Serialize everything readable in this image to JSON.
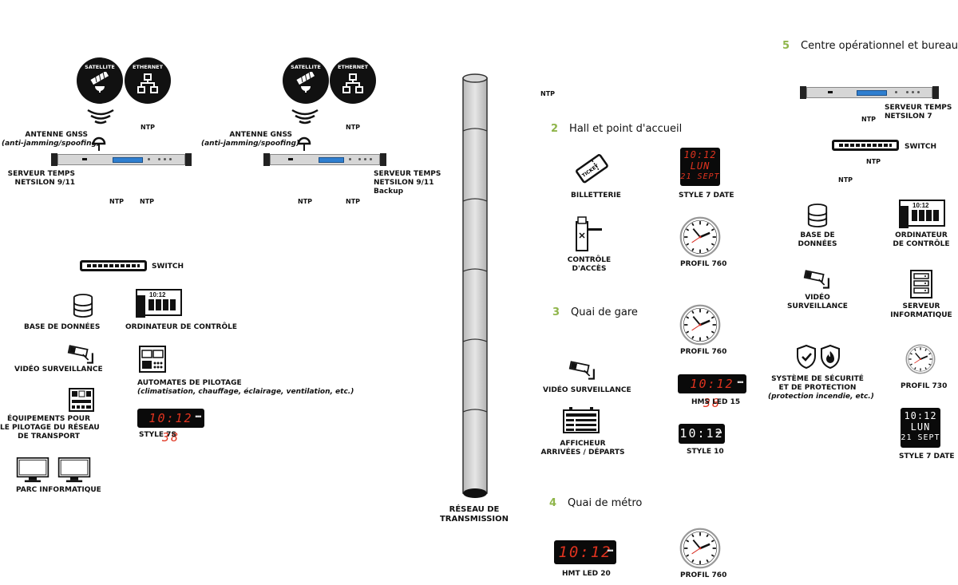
{
  "left": {
    "satellite": "SATELLITE",
    "ethernet": "ETHERNET",
    "antenna_title": "ANTENNE GNSS",
    "antenna_sub": "(anti-jamming/spoofing)",
    "server_l1": "SERVEUR TEMPS",
    "server_l2": "NETSILON 9/11",
    "ntp_top": "NTP",
    "ntp_a": "NTP",
    "ntp_b": "NTP",
    "switch": "SWITCH",
    "db": "BASE DE DONNÉES",
    "computer": "ORDINATEUR DE CONTRÔLE",
    "computer_time": "10:12",
    "video": "VIDÉO SURVEILLANCE",
    "automates_title": "AUTOMATES DE PILOTAGE",
    "automates_sub": "(climatisation, chauffage, éclairage, ventilation, etc.)",
    "equip_l1": "ÉQUIPEMENTS POUR",
    "equip_l2": "LE PILOTAGE DU RÉSEAU",
    "equip_l3": "DE TRANSPORT",
    "style7s_display": "10:12 38",
    "style7s": "STYLE 7S",
    "parc": "PARC INFORMATIQUE"
  },
  "backup": {
    "satellite": "SATELLITE",
    "ethernet": "ETHERNET",
    "antenna_title": "ANTENNE GNSS",
    "antenna_sub": "(anti-jamming/spoofing)",
    "ntp_top": "NTP",
    "server_l1": "SERVEUR TEMPS",
    "server_l2": "NETSILON 9/11",
    "server_l3": "Backup",
    "ntp_a": "NTP",
    "ntp_b": "NTP"
  },
  "network": {
    "label_l1": "RÉSEAU DE",
    "label_l2": "TRANSMISSION",
    "ntp": "NTP"
  },
  "hall": {
    "num": "2",
    "title": "Hall et point d'accueil",
    "billetterie": "BILLETTERIE",
    "ticket_text": "TICKET",
    "style7_l1": "10:12",
    "style7_l2": "LUN",
    "style7_l3": "21 SEPT",
    "style7": "STYLE 7 DATE",
    "controle_l1": "CONTRÔLE",
    "controle_l2": "D'ACCÈS",
    "profil760": "PROFIL 760"
  },
  "quai_gare": {
    "num": "3",
    "title": "Quai de gare",
    "profil760": "PROFIL 760",
    "video": "VIDÉO SURVEILLANCE",
    "hms_display": "10:12 38",
    "hms": "HMS LED 15",
    "afficheur_l1": "AFFICHEUR",
    "afficheur_l2": "ARRIVÉES / DÉPARTS",
    "style10_display": "10:12",
    "style10": "STYLE 10"
  },
  "quai_metro": {
    "num": "4",
    "title": "Quai de métro",
    "hmt_display": "10:12",
    "hmt": "HMT LED 20",
    "profil760": "PROFIL 760"
  },
  "centre": {
    "num": "5",
    "title": "Centre opérationnel et bureaux",
    "server_l1": "SERVEUR TEMPS",
    "server_l2": "NETSILON 7",
    "ntp_a": "NTP",
    "switch": "SWITCH",
    "ntp_b": "NTP",
    "ntp_c": "NTP",
    "db_l1": "BASE DE",
    "db_l2": "DONNÉES",
    "computer_time": "10:12",
    "computer_l1": "ORDINATEUR",
    "computer_l2": "DE CONTRÔLE",
    "video_l1": "VIDÉO",
    "video_l2": "SURVEILLANCE",
    "serveur_l1": "SERVEUR",
    "serveur_l2": "INFORMATIQUE",
    "secu_l1": "SYSTÈME DE SÉCURITÉ",
    "secu_l2": "ET DE PROTECTION",
    "secu_l3": "(protection incendie, etc.)",
    "profil730": "PROFIL 730",
    "style7_l1": "10:12",
    "style7_l2": "LUN",
    "style7_l3": "21 SEPT",
    "style7": "STYLE 7 DATE"
  },
  "colors": {
    "accent": "#8fb54a",
    "led_red": "#e0331f",
    "clock_red": "#d8281d",
    "screen_blue": "#2f7fd0"
  }
}
